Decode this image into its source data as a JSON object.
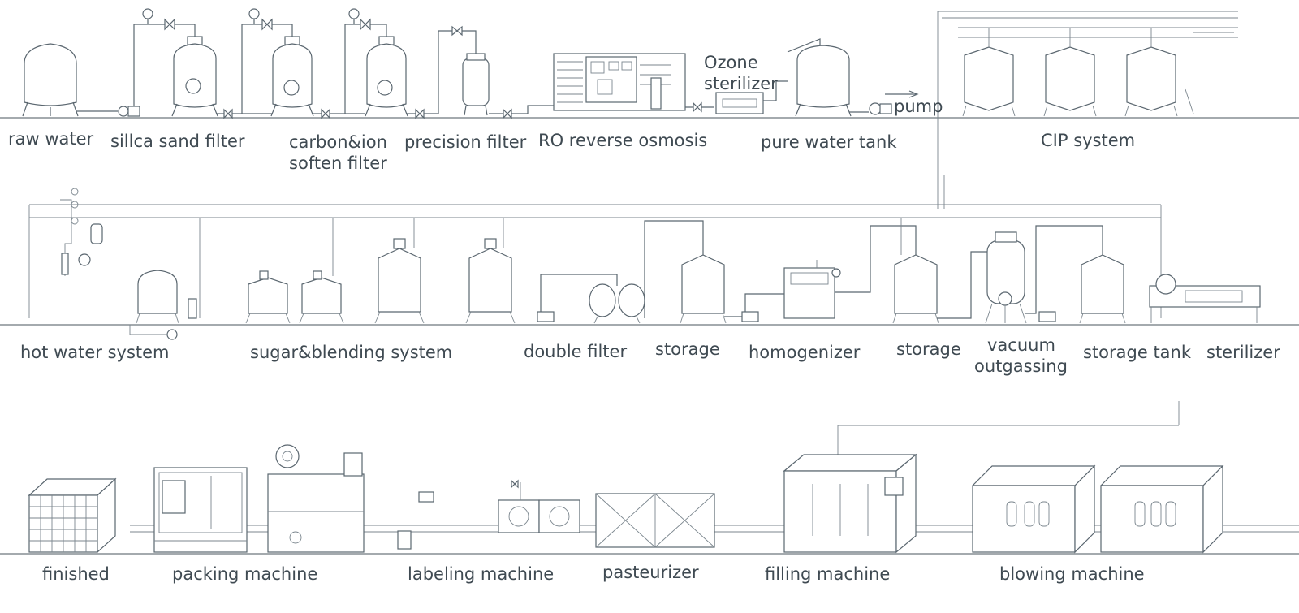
{
  "palette": {
    "line": "#5b6770",
    "text": "#3f4a52",
    "background": "#ffffff"
  },
  "row1": {
    "raw_water": "raw water",
    "silica_sand_filter": "sillca sand filter",
    "carbon_ion_line1": "carbon&ion",
    "carbon_ion_line2": "soften filter",
    "precision_filter": "precision filter",
    "ro": "RO reverse osmosis",
    "ozone_line1": "Ozone",
    "ozone_line2": "sterilizer",
    "pump": "pump",
    "pure_water_tank": "pure water tank",
    "cip_system": "CIP system"
  },
  "row2": {
    "hot_water_system": "hot water system",
    "sugar_blending": "sugar&blending system",
    "double_filter": "double filter",
    "storage_1": "storage",
    "homogenizer": "homogenizer",
    "storage_2": "storage",
    "vacuum_line1": "vacuum",
    "vacuum_line2": "outgassing",
    "storage_tank": "storage tank",
    "sterilizer": "sterilizer"
  },
  "row3": {
    "finished": "finished",
    "packing_machine": "packing machine",
    "labeling_machine": "labeling machine",
    "pasteurizer": "pasteurizer",
    "filling_machine": "filling machine",
    "blowing_machine": "blowing machine"
  }
}
